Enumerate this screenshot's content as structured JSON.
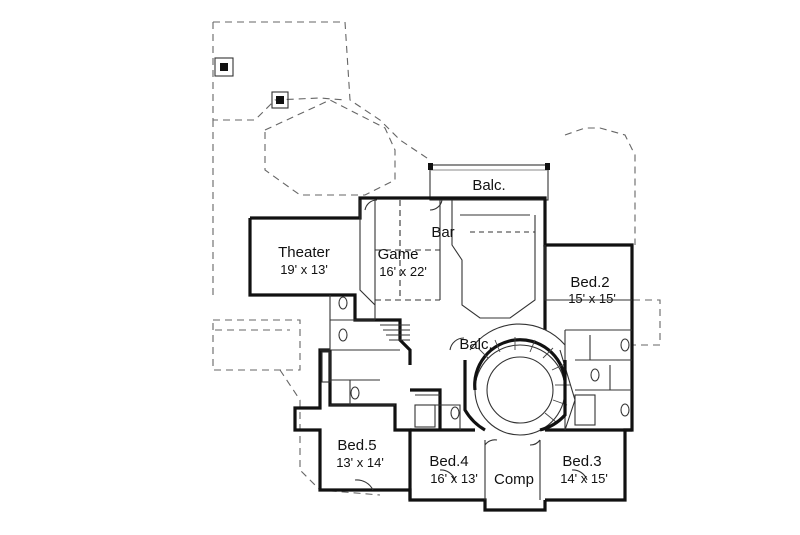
{
  "rooms": {
    "balc_top": {
      "name": "Balc."
    },
    "theater": {
      "name": "Theater",
      "dims": "19' x 13'"
    },
    "game": {
      "name": "Game",
      "dims": "16' x 22'"
    },
    "bar": {
      "name": "Bar"
    },
    "bed2": {
      "name": "Bed.2",
      "dims": "15' x 15'"
    },
    "balc_mid": {
      "name": "Balc."
    },
    "bed5": {
      "name": "Bed.5",
      "dims": "13' x 14'"
    },
    "bed4": {
      "name": "Bed.4",
      "dims": "16' x 13'"
    },
    "comp": {
      "name": "Comp"
    },
    "bed3": {
      "name": "Bed.3",
      "dims": "14' x 15'"
    }
  }
}
